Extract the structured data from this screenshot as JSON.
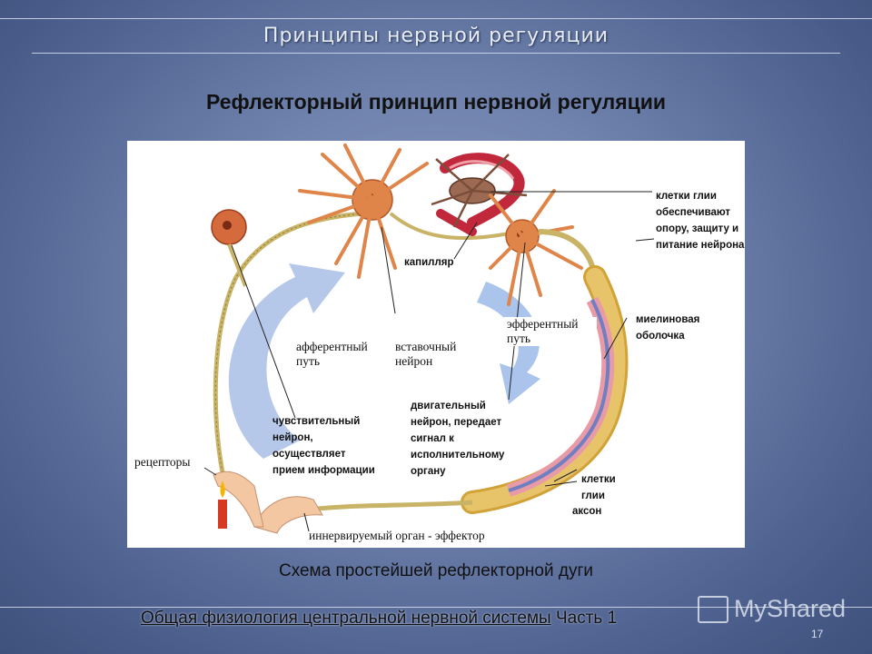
{
  "slide": {
    "title": "Принципы нервной регуляции",
    "subtitle": "Рефлекторный принцип нервной регуляции",
    "caption": "Схема простейшей рефлекторной дуги",
    "footer_main": "Общая физиология центральной нервной системы",
    "footer_part": " Часть 1",
    "page_number": "17",
    "watermark": "MyShared"
  },
  "diagram": {
    "labels": {
      "glia": "клетки глии обеспечивают опору, защиту и питание нейрона",
      "capillary": "капилляр",
      "myelin": "миелиновая оболочка",
      "afferent": "афферентный путь",
      "interneuron": "вставочный нейрон",
      "efferent": "эфферентный путь",
      "motor": "двигательный нейрон, передает сигнал к исполнительному органу",
      "sensory": "чувствительный нейрон, осуществляет прием информации",
      "receptors": "рецепторы",
      "glia_cells": "клетки глии",
      "axon": "аксон",
      "effector": "иннервируемый орган - эффектор"
    }
  }
}
